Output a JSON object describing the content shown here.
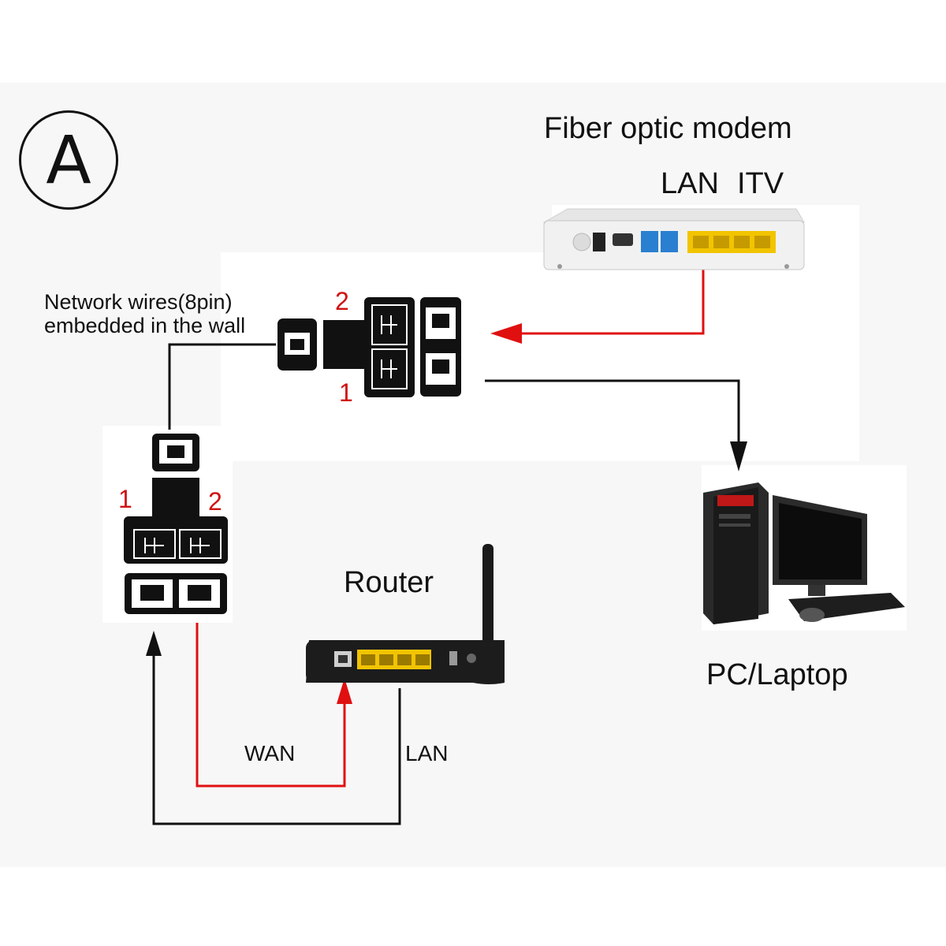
{
  "badge": "A",
  "labels": {
    "fiber_modem": "Fiber optic modem",
    "modem_lan": "LAN",
    "modem_itv": "ITV",
    "wall_wires_line1": "Network wires(8pin)",
    "wall_wires_line2": "embedded in the wall",
    "router": "Router",
    "pc": "PC/Laptop",
    "wan": "WAN",
    "lan": "LAN"
  },
  "splitter_top": {
    "port_1": "1",
    "port_2": "2"
  },
  "splitter_left": {
    "port_1": "1",
    "port_2": "2"
  },
  "colors": {
    "signal_red": "#e01010",
    "cable_black": "#111111",
    "modem_lan_port": "#2a7fd0",
    "yellow_ports": "#f2c400",
    "label_red": "#d01010"
  }
}
